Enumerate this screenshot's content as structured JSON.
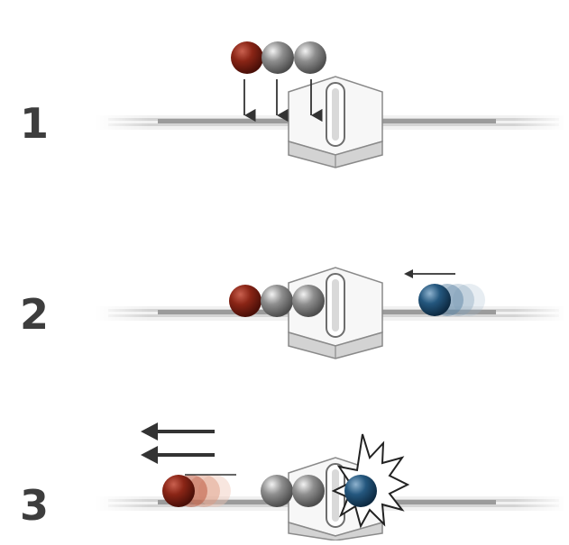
{
  "steps": [
    {
      "number": "1"
    },
    {
      "number": "2"
    },
    {
      "number": "3"
    }
  ],
  "colors": {
    "red_ball": "#7a1e12",
    "gray_ball": "#8a8a8a",
    "blue_ball": "#1f4d70",
    "rail": "#bdbdbd",
    "label": "#3d3d3d"
  }
}
